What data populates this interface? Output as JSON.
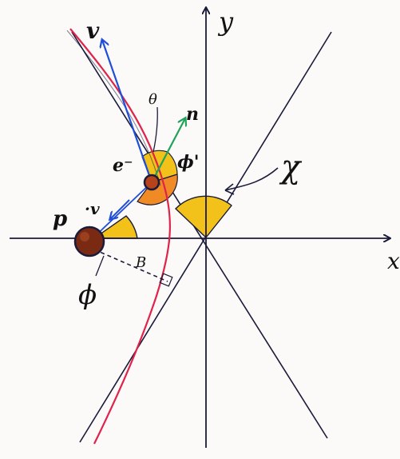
{
  "labels": {
    "y_axis": "y",
    "x_axis": "x",
    "v_vec": "v",
    "n_vec": "n",
    "v_dot": "·v",
    "electron": "e⁻",
    "proton": "p",
    "theta": "θ",
    "phi": "ϕ",
    "phi_prime": "ϕ'",
    "chi": "χ",
    "impact_parameter": "B"
  },
  "colors": {
    "hyperbola": "#e0234a",
    "velocity_vector": "#1f4fd6",
    "normal_vector": "#1fa35a",
    "angle_fill_yellow": "#f2c21b",
    "angle_fill_orange": "#f08a24",
    "proton_fill": "#7a2a12",
    "electron_fill": "#b8431a",
    "axis": "#1a1a3a"
  }
}
